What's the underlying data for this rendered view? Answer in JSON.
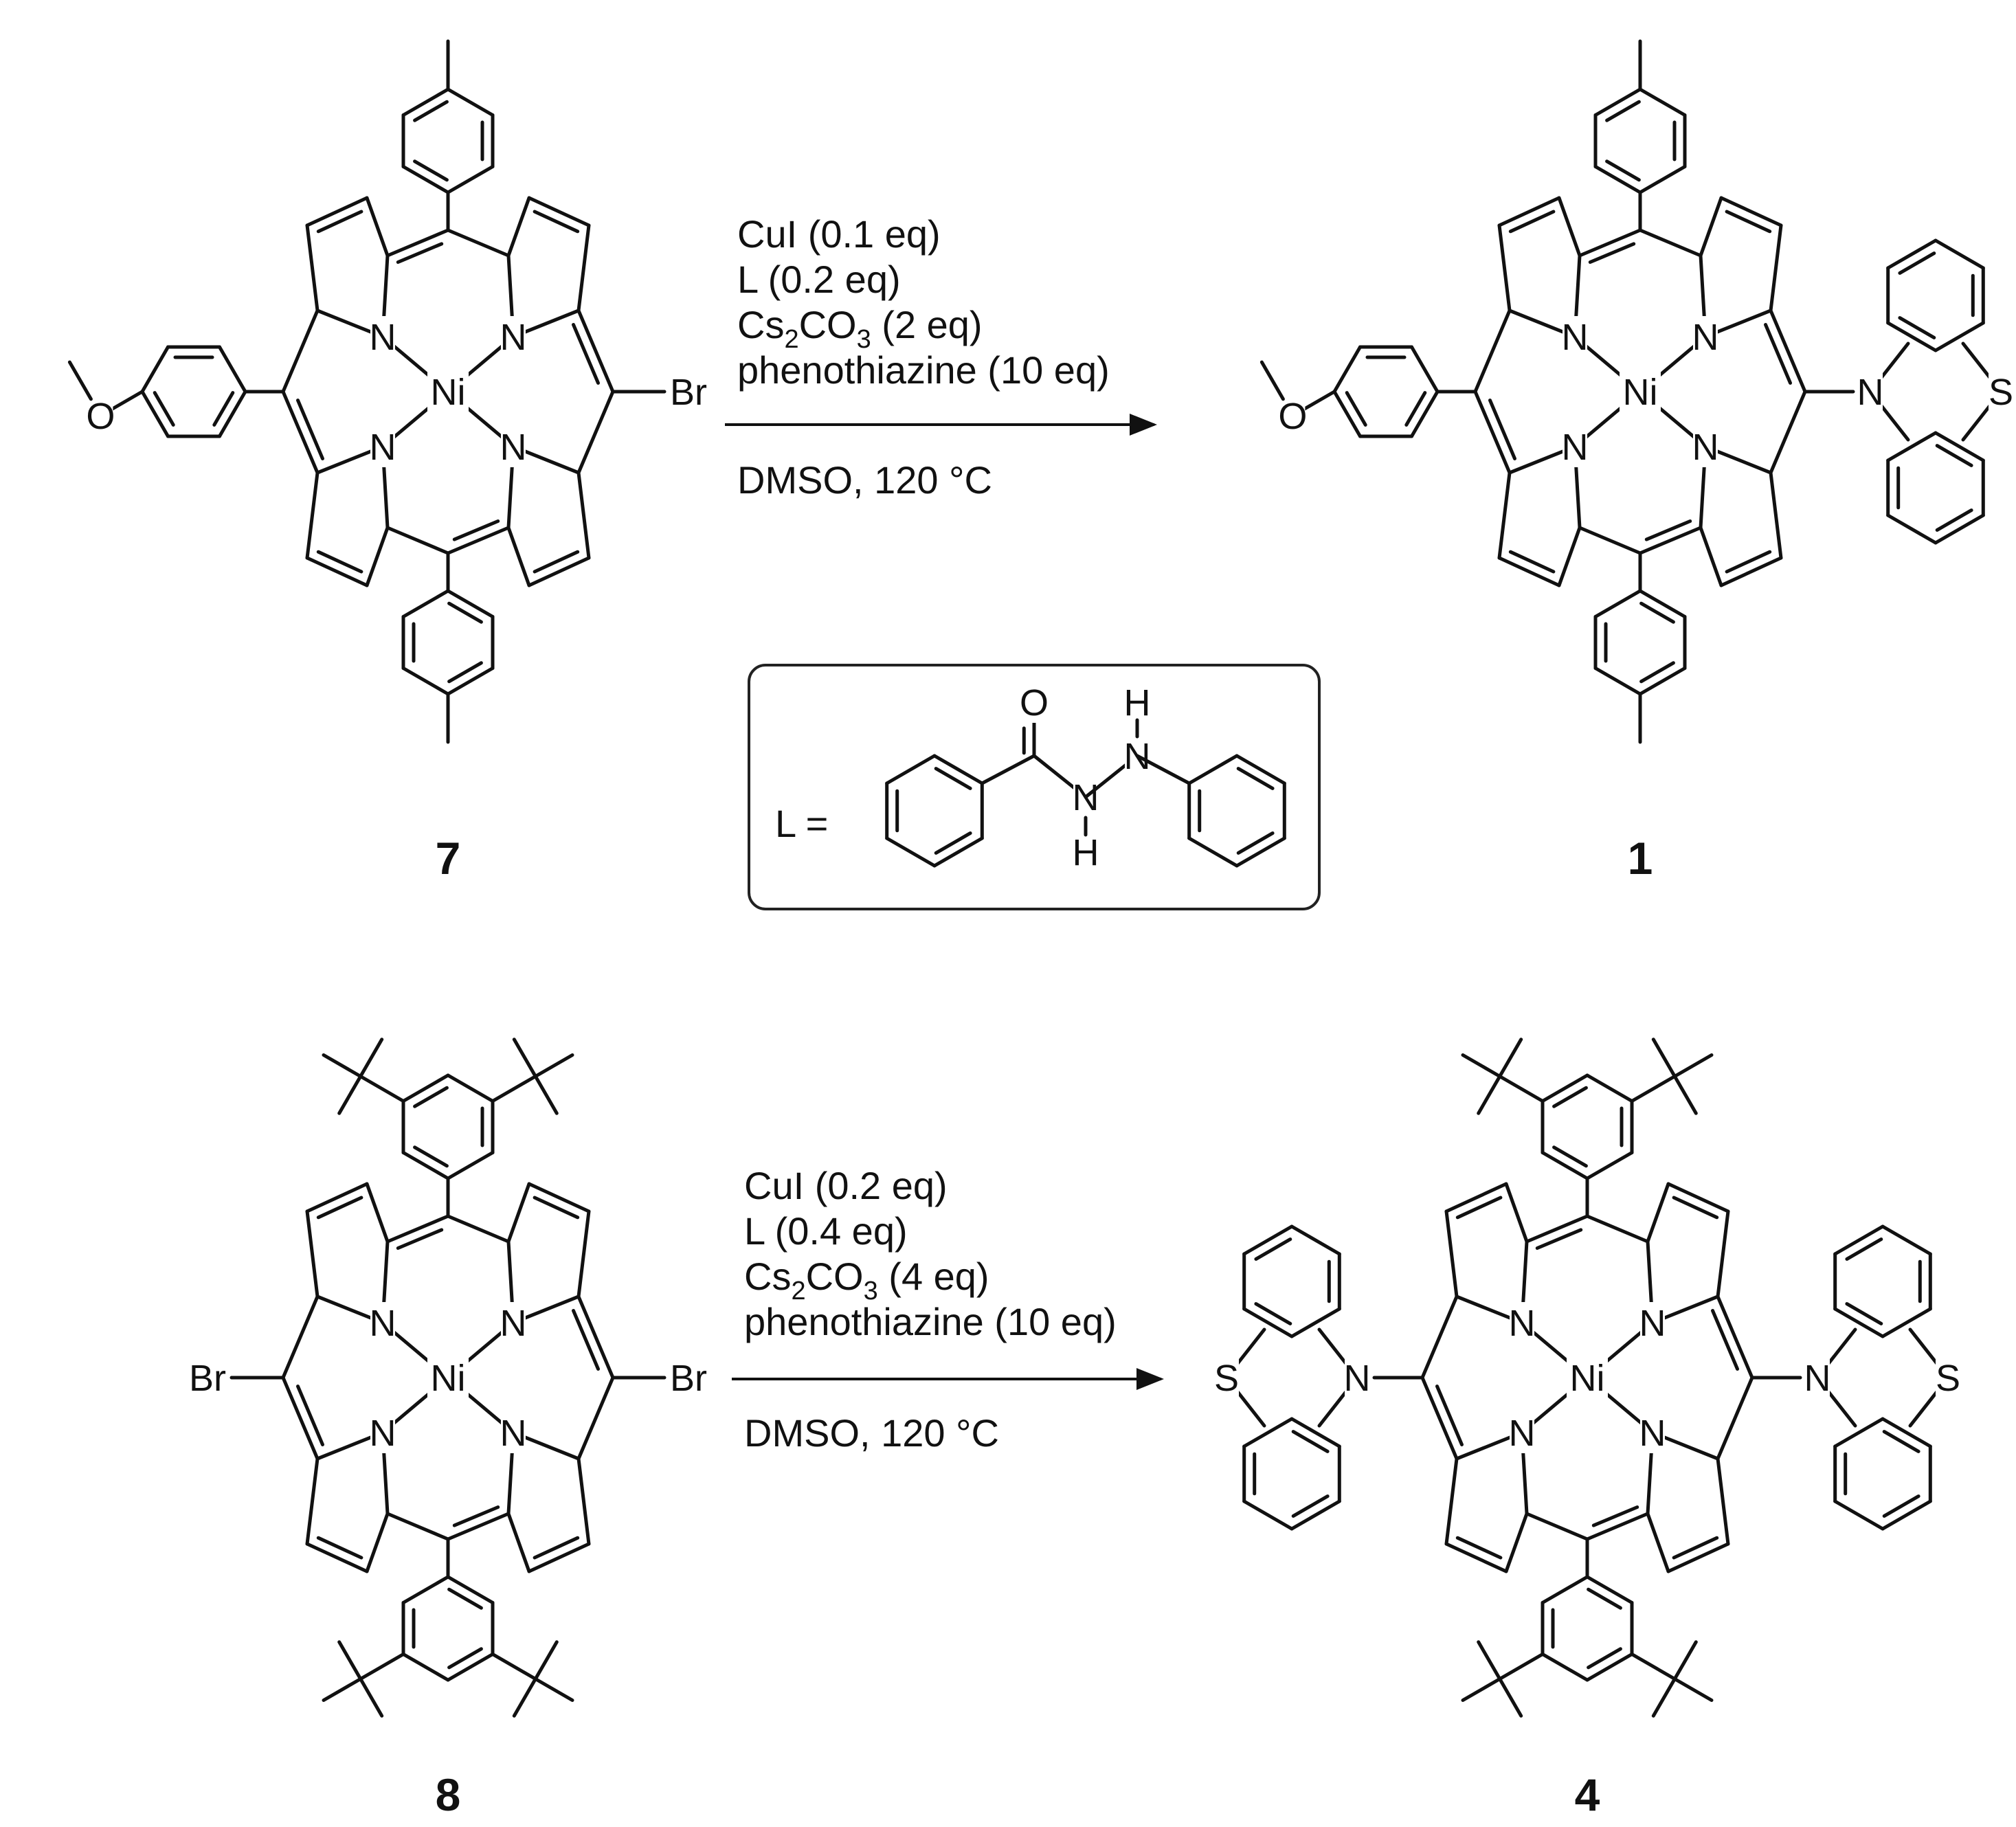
{
  "atoms": {
    "N": "N",
    "Ni": "Ni",
    "Br": "Br",
    "O": "O",
    "S": "S",
    "H": "H"
  },
  "reaction1": {
    "reagent_lines": [
      "CuI (0.1 eq)",
      "L (0.2 eq)",
      "",
      "phenothiazine (10 eq)"
    ],
    "cs": {
      "a": "Cs",
      "b": "2",
      "c": "CO",
      "d": "3",
      "e": " (2 eq)"
    },
    "solvent_line": "DMSO, 120 °C"
  },
  "reaction2": {
    "reagent_lines": [
      "CuI (0.2 eq)",
      "L (0.4 eq)",
      "",
      "phenothiazine (10 eq)"
    ],
    "cs": {
      "a": "Cs",
      "b": "2",
      "c": "CO",
      "d": "3",
      "e": " (4 eq)"
    },
    "solvent_line": "DMSO, 120 °C"
  },
  "ligand_box": {
    "label": "L ="
  },
  "compounds": {
    "c7": "7",
    "c1": "1",
    "c8": "8",
    "c4": "4"
  },
  "colors": {
    "ink": "#111111",
    "background": "#ffffff",
    "box_stroke": "#222222"
  }
}
